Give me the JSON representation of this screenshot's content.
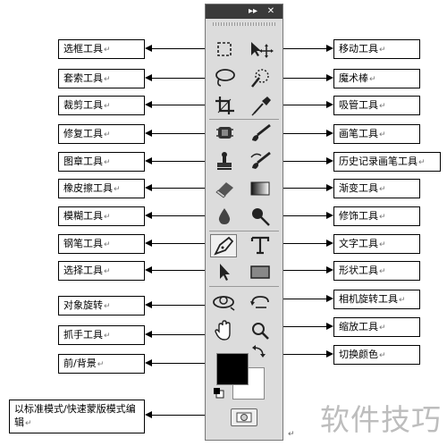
{
  "panel": {
    "title_buttons": [
      "▸▸",
      "✕"
    ],
    "return_mark": "↵"
  },
  "labels_left": [
    {
      "key": "marquee",
      "text": "选框工具"
    },
    {
      "key": "lasso",
      "text": "套索工具"
    },
    {
      "key": "crop",
      "text": "裁剪工具"
    },
    {
      "key": "healing",
      "text": "修复工具"
    },
    {
      "key": "stamp",
      "text": "图章工具"
    },
    {
      "key": "eraser",
      "text": "橡皮擦工具"
    },
    {
      "key": "blur",
      "text": "模糊工具"
    },
    {
      "key": "pen",
      "text": "钢笔工具"
    },
    {
      "key": "select",
      "text": "选择工具"
    },
    {
      "key": "orbit",
      "text": "对象旋转"
    },
    {
      "key": "hand",
      "text": "抓手工具"
    },
    {
      "key": "colors",
      "text": "前/背景"
    },
    {
      "key": "mask",
      "text": "以标准模式/快速蒙版模式编辑"
    }
  ],
  "labels_right": [
    {
      "key": "move",
      "text": "移动工具"
    },
    {
      "key": "magic",
      "text": "魔术棒"
    },
    {
      "key": "eyedropper",
      "text": "吸管工具"
    },
    {
      "key": "brush",
      "text": "画笔工具"
    },
    {
      "key": "history",
      "text": "历史记录画笔工具"
    },
    {
      "key": "gradient",
      "text": "渐变工具"
    },
    {
      "key": "dodge",
      "text": "修饰工具"
    },
    {
      "key": "type",
      "text": "文字工具"
    },
    {
      "key": "shape",
      "text": "形状工具"
    },
    {
      "key": "camera",
      "text": "相机旋转工具"
    },
    {
      "key": "zoom",
      "text": "缩放工具"
    },
    {
      "key": "swap",
      "text": "切换颜色"
    }
  ],
  "watermark": "软件技巧",
  "colors": {
    "foreground": "#000000",
    "background": "#ffffff"
  }
}
